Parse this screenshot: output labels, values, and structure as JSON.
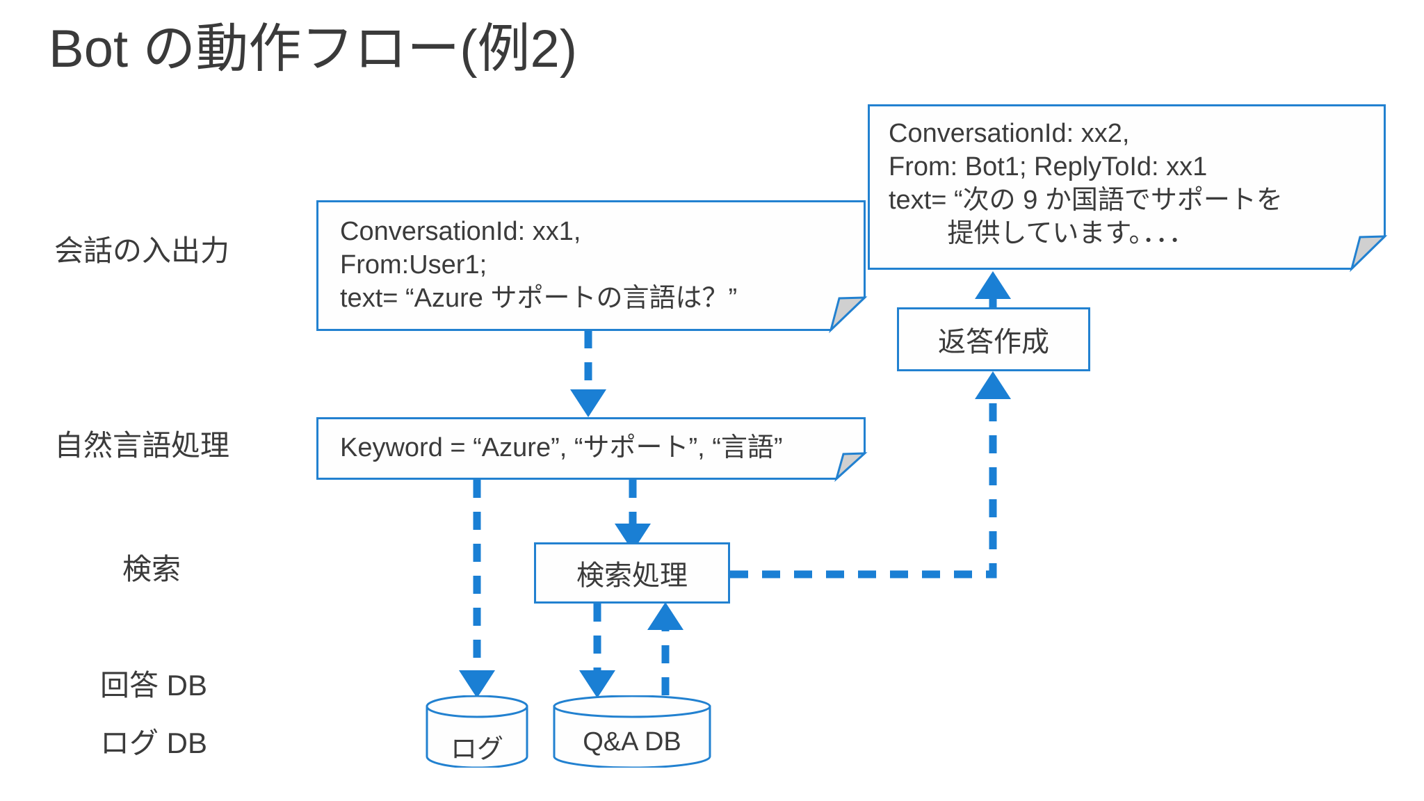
{
  "slide": {
    "title": "Bot の動作フロー(例2)",
    "accent_color": "#2281D0",
    "arrow_color": "#1A7FD4",
    "text_color": "#3b3b3b",
    "fold_fill": "#d0d0d0"
  },
  "row_labels": [
    {
      "id": "conversation-io",
      "text": "会話の入出力"
    },
    {
      "id": "nlp",
      "text": "自然言語処理"
    },
    {
      "id": "search",
      "text": "検索"
    },
    {
      "id": "answer-db",
      "text": "回答 DB"
    },
    {
      "id": "log-db",
      "text": "ログ DB"
    }
  ],
  "nodes": {
    "user_message": {
      "name": "user-message-note",
      "lines": [
        "ConversationId: xx1,",
        "From:User1;",
        "text= “Azure サポートの言語は？”"
      ]
    },
    "bot_message": {
      "name": "bot-message-note",
      "lines": [
        "ConversationId: xx2,",
        "From: Bot1; ReplyToId: xx1",
        "text= “次の 9 か国語でサポートを",
        "        提供しています。．．．"
      ]
    },
    "keyword": {
      "name": "keyword-note",
      "lines": [
        "Keyword = “Azure”, “サポート”, “言語”"
      ]
    },
    "reply_compose": {
      "name": "reply-compose-box",
      "label": "返答作成"
    },
    "search_process": {
      "name": "search-process-box",
      "label": "検索処理"
    },
    "log_db": {
      "name": "log-db-cylinder",
      "label": "ログ"
    },
    "qa_db": {
      "name": "qa-db-cylinder",
      "label": "Q&A DB"
    }
  }
}
